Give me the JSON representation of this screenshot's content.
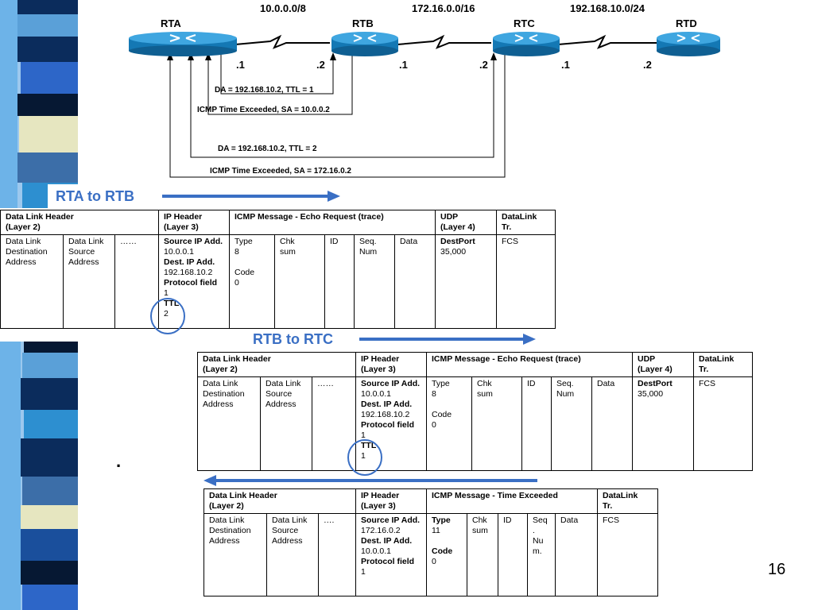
{
  "topology": {
    "networks": [
      "10.0.0.0/8",
      "172.16.0.0/16",
      "192.168.10.0/24"
    ],
    "routers": [
      "RTA",
      "RTB",
      "RTC",
      "RTD"
    ],
    "interfaces": [
      ".1",
      ".2",
      ".1",
      ".2",
      ".1",
      ".2"
    ],
    "annotations": [
      "DA = 192.168.10.2,   TTL = 1",
      "ICMP Time Exceeded, SA =  10.0.0.2",
      "DA = 192.168.10.2,   TTL = 2",
      "ICMP Time Exceeded, SA =  172.16.0.2"
    ]
  },
  "section1": {
    "title": "RTA to RTB",
    "headers": {
      "dl": [
        "Data Link Header",
        "(Layer 2)"
      ],
      "ip": [
        "IP Header",
        "(Layer 3)"
      ],
      "icmp": "ICMP Message - Echo Request (trace)",
      "udp": [
        "UDP",
        "(Layer 4)"
      ],
      "tr": [
        "DataLink",
        "Tr."
      ]
    },
    "cells": {
      "dl_dest": [
        "Data Link",
        "Destination",
        "Address"
      ],
      "dl_src": [
        "Data Link",
        "Source",
        "Address"
      ],
      "dl_more": "……",
      "ip": {
        "src_label": "Source IP Add.",
        "src": "10.0.0.1",
        "dst_label": "Dest. IP Add.",
        "dst": "192.168.10.2",
        "proto_label": "Protocol field",
        "proto": "1",
        "ttl_label": "TTL",
        "ttl": "2"
      },
      "type": [
        "Type",
        "8",
        "",
        "Code",
        "0"
      ],
      "chk": [
        "Chk",
        "sum"
      ],
      "id": "ID",
      "seq": [
        "Seq.",
        "Num"
      ],
      "data": "Data",
      "udp": {
        "label": "DestPort",
        "value": "35,000"
      },
      "fcs": "FCS"
    }
  },
  "section2": {
    "title": "RTB to RTC",
    "headers": {
      "dl": [
        "Data Link Header",
        "(Layer 2)"
      ],
      "ip": [
        "IP Header",
        "(Layer 3)"
      ],
      "icmp": "ICMP Message - Echo Request (trace)",
      "udp": [
        "UDP",
        "(Layer 4)"
      ],
      "tr": [
        "DataLink",
        "Tr."
      ]
    },
    "cells": {
      "dl_dest": [
        "Data Link",
        "Destination",
        "Address"
      ],
      "dl_src": [
        "Data Link",
        "Source",
        "Address"
      ],
      "dl_more": "……",
      "ip": {
        "src_label": "Source IP Add.",
        "src": "10.0.0.1",
        "dst_label": "Dest. IP Add.",
        "dst": "192.168.10.2",
        "proto_label": "Protocol field",
        "proto": "1",
        "ttl_label": "TTL",
        "ttl": "1"
      },
      "type": [
        "Type",
        "8",
        "",
        "Code",
        "0"
      ],
      "chk": [
        "Chk",
        "sum"
      ],
      "id": "ID",
      "seq": [
        "Seq.",
        "Num"
      ],
      "data": "Data",
      "udp": {
        "label": "DestPort",
        "value": "35,000"
      },
      "fcs": "FCS"
    }
  },
  "section3": {
    "headers": {
      "dl": [
        "Data Link Header",
        "(Layer 2)"
      ],
      "ip": [
        "IP Header",
        "(Layer 3)"
      ],
      "icmp": "ICMP Message - Time Exceeded",
      "tr": [
        "DataLink",
        "Tr."
      ]
    },
    "cells": {
      "dl_dest": [
        "Data Link",
        "Destination",
        "Address"
      ],
      "dl_src": [
        "Data Link",
        "Source",
        "Address"
      ],
      "dl_more": "….",
      "ip": {
        "src_label": "Source IP Add.",
        "src": "172.16.0.2",
        "dst_label": "Dest. IP Add.",
        "dst": "10.0.0.1",
        "proto_label": "Protocol field",
        "proto": "1"
      },
      "type_label": "Type",
      "type": "11",
      "code_label": "Code",
      "code": "0",
      "chk": [
        "Chk",
        "sum"
      ],
      "id": "ID",
      "seq": [
        "Seq",
        ".",
        "Nu",
        "m."
      ],
      "data": "Data",
      "fcs": "FCS"
    }
  },
  "bullet": ".",
  "page_number": "16",
  "colors": {
    "accent": "#3a6fc4",
    "router": "#1e90c8",
    "strip": [
      "#5aa0d8",
      "#0b2c5c",
      "#2d8fd0",
      "#e6e6c0",
      "#061833",
      "#3c6ea8",
      "#9cc8ee",
      "#1a4f9c"
    ]
  }
}
